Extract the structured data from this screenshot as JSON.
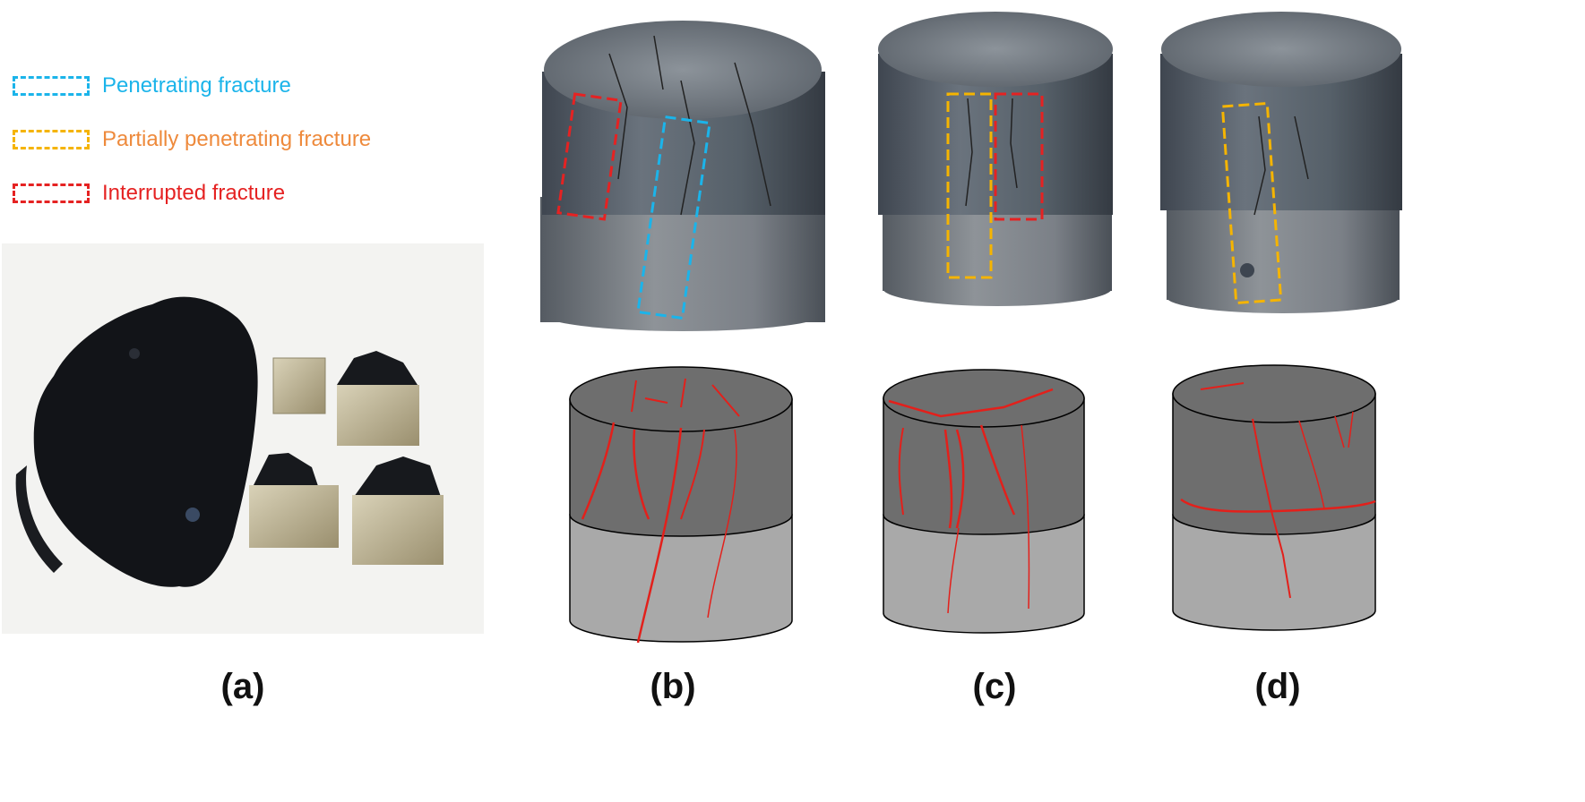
{
  "legend": [
    {
      "label": "Penetrating fracture",
      "color": "#1bb4ea"
    },
    {
      "label": "Partially penetrating fracture",
      "color": "#f5b400",
      "text_color": "#ee8a3c"
    },
    {
      "label": "Interrupted fracture",
      "color": "#e52222"
    }
  ],
  "panels": [
    {
      "label": "(a)"
    },
    {
      "label": "(b)"
    },
    {
      "label": "(c)"
    },
    {
      "label": "(d)"
    }
  ],
  "colors": {
    "upper_cylinder": "#6e6e6e",
    "lower_cylinder": "#a9a9a9",
    "crack": "#e3201b",
    "specimen_photo": "#5e6670"
  }
}
